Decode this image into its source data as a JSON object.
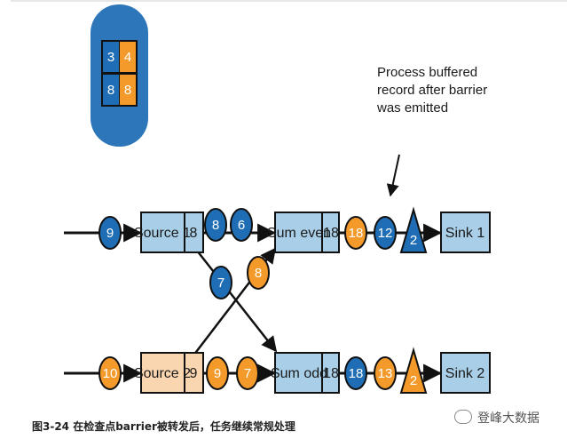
{
  "colors": {
    "blue": "#1f6eb5",
    "orange": "#f39a2a",
    "light_blue": "#a9cfe8",
    "peach": "#fad6b0",
    "line": "#111111",
    "checkpoint_oval": "#2c76b9"
  },
  "checkpoint_state": [
    "3",
    "4",
    "8",
    "8"
  ],
  "annotation": [
    "Process buffered",
    "record after barrier",
    "was emitted"
  ],
  "nodes": {
    "source1": {
      "label": "Source 1",
      "state": "8"
    },
    "source2": {
      "label": "Source 2",
      "state": "9"
    },
    "sum_even": {
      "label": "Sum even",
      "state": "18"
    },
    "sum_odd": {
      "label": "Sum odd",
      "state": "18"
    },
    "sink1": {
      "label": "Sink 1"
    },
    "sink2": {
      "label": "Sink 2"
    }
  },
  "records": {
    "top_input": "9",
    "bottom_input": "10",
    "source1_out_a": "8",
    "source1_out_b": "6",
    "cross_blue": "7",
    "cross_orange": "8",
    "source2_out_a": "9",
    "source2_out_b": "7",
    "sum_even_out_a": "18",
    "sum_even_out_b": "12",
    "sum_odd_out_a": "18",
    "sum_odd_out_b": "13"
  },
  "barriers": {
    "top": "2",
    "bottom": "2"
  },
  "caption": "图3-24 在检查点barrier被转发后，任务继续常规处理",
  "watermark": "登峰大数据"
}
